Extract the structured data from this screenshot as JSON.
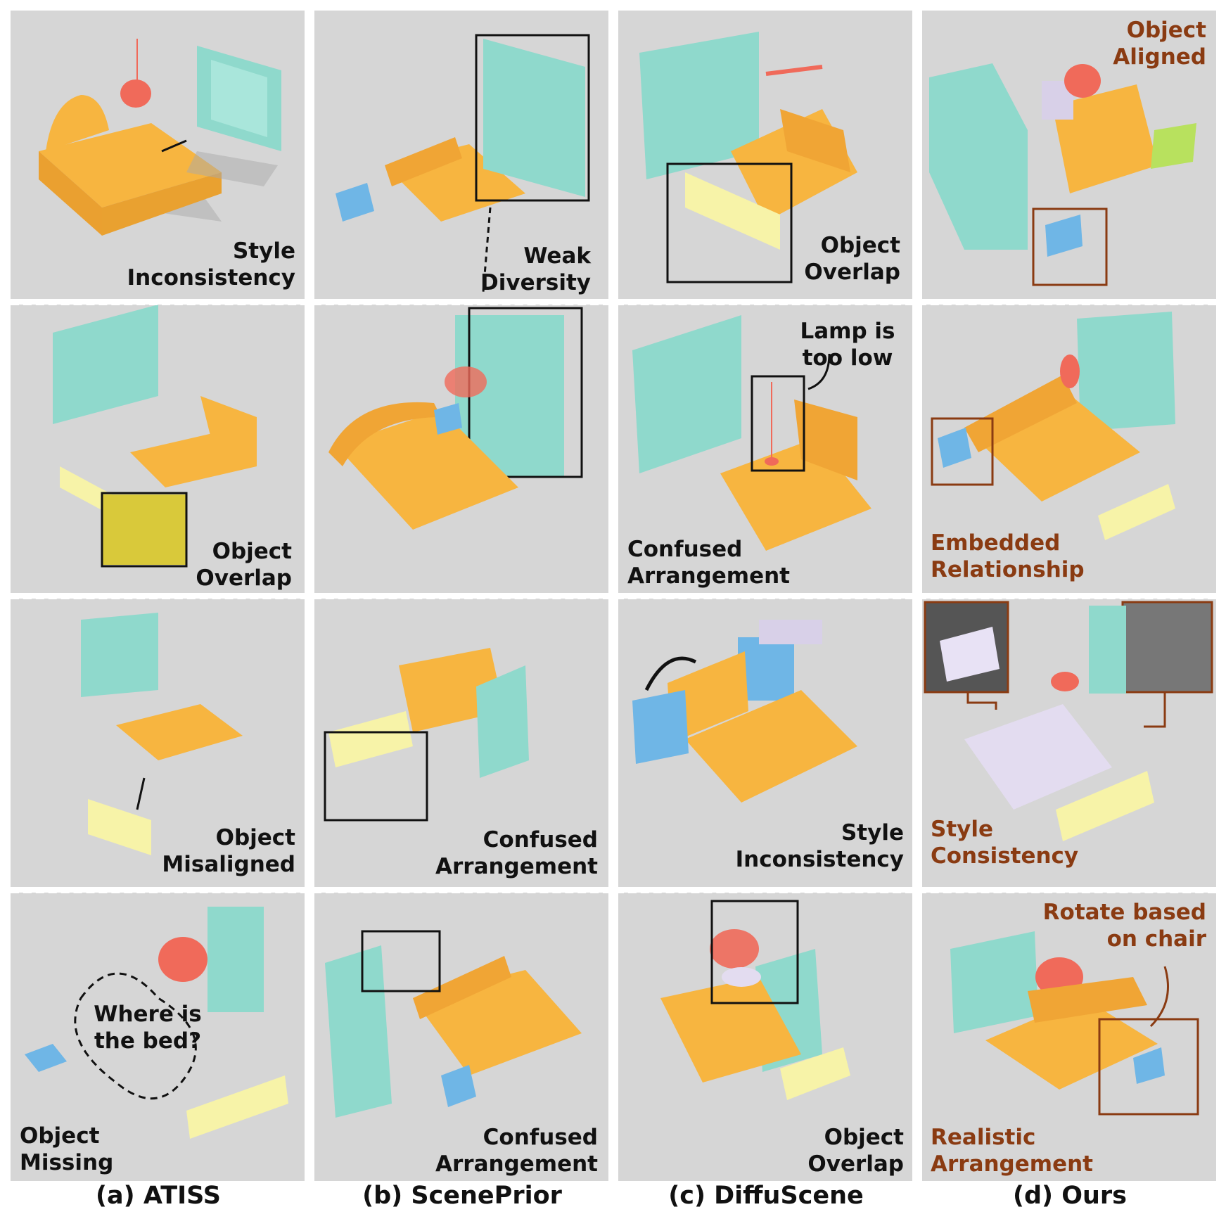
{
  "columns": [
    {
      "caption": "(a) ATISS"
    },
    {
      "caption": "(b) ScenePrior"
    },
    {
      "caption": "(c) DiffuScene"
    },
    {
      "caption": "(d) Ours"
    }
  ],
  "annotations": {
    "a1": "Style\nInconsistency",
    "a2": "Object\nOverlap",
    "a3": "Object\nMisaligned",
    "a4": "Object\nMissing",
    "a4_bubble": "Where is\nthe bed?",
    "b1": "Weak\nDiversity",
    "b3": "Confused\nArrangement",
    "b4": "Confused\nArrangement",
    "c1": "Object\nOverlap",
    "c2_callout": "Lamp is\ntoo low",
    "c2": "Confused\nArrangement",
    "c3": "Style\nInconsistency",
    "c4": "Object\nOverlap",
    "d1": "Object\nAligned",
    "d2": "Embedded\nRelationship",
    "d3": "Style\nConsistency",
    "d4_callout": "Rotate based\non chair",
    "d4": "Realistic\nArrangement"
  },
  "colors": {
    "panel_bg": "#d6d6d6",
    "bed": "#f7b540",
    "wardrobe": "#8fd9cc",
    "nightstand": "#6fb6e6",
    "bench": "#f7f3a8",
    "lamp": "#f06a5a",
    "ours_annotation": "#8a3b12"
  }
}
